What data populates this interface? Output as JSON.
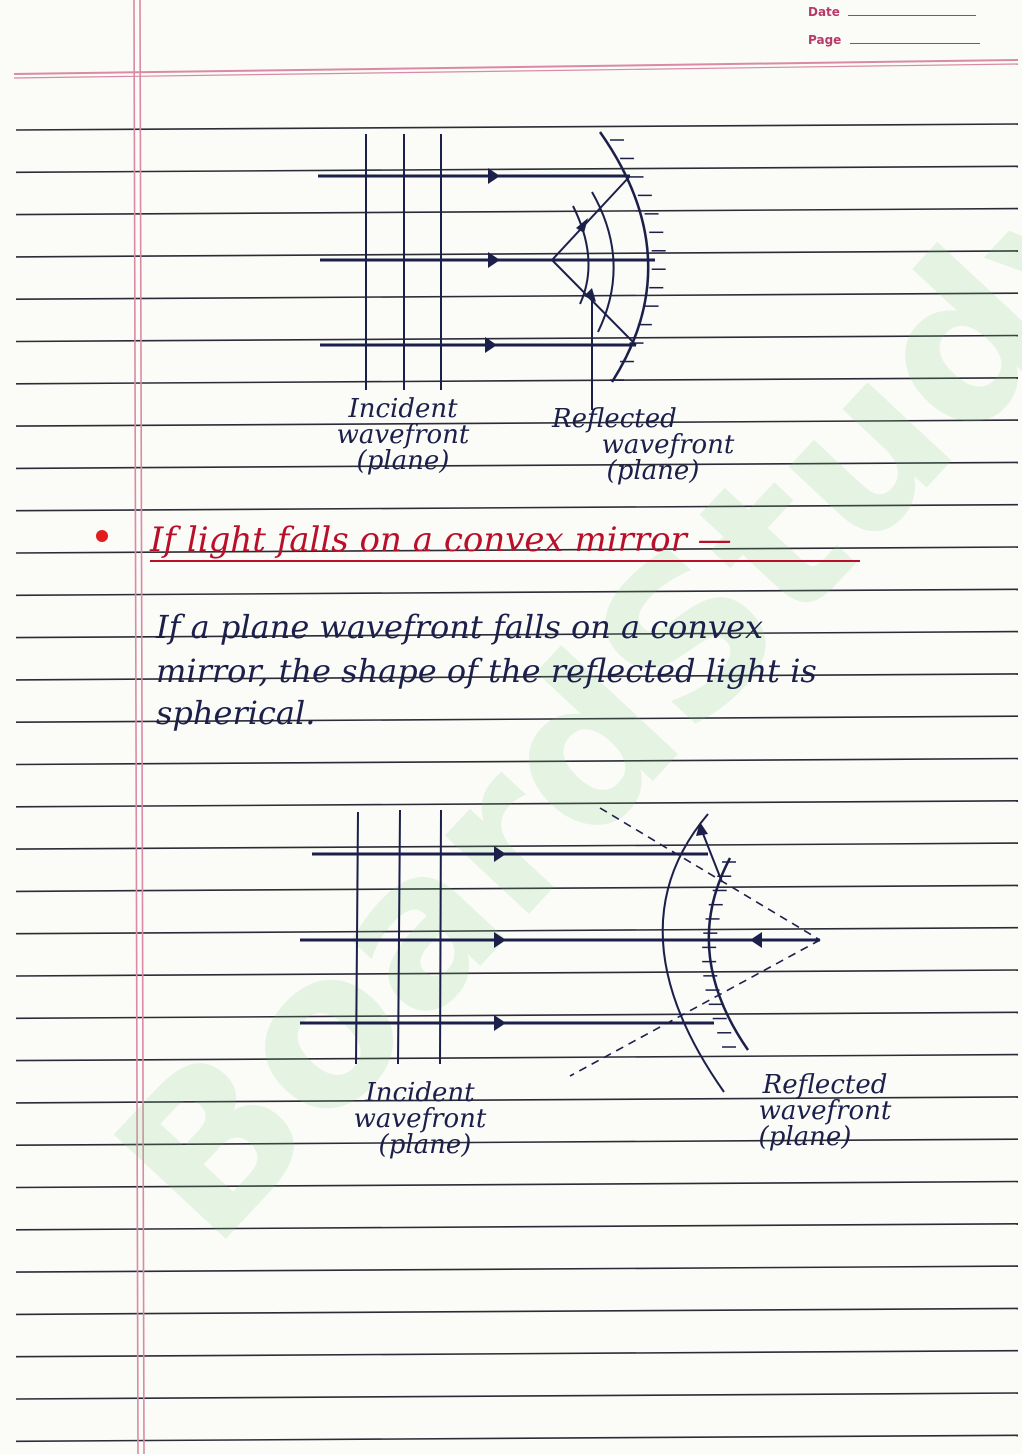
{
  "header": {
    "date_label": "Date",
    "page_label": "Page"
  },
  "diagram_top": {
    "incident_label": [
      "Incident",
      "wavefront",
      "(plane)"
    ],
    "reflected_label": [
      "Reflected",
      "wavefront",
      "(plane)"
    ]
  },
  "section": {
    "heading": "If light falls on a convex mirror —",
    "body": [
      "If a plane wavefront falls on a convex",
      "mirror, the shape of the reflected light is",
      "spherical."
    ]
  },
  "diagram_bottom": {
    "incident_label": [
      "Incident",
      "wavefront",
      "(plane)"
    ],
    "reflected_label": [
      "Reflected",
      "wavefront",
      "(plane)"
    ]
  },
  "watermark": "BoardStudy",
  "colors": {
    "ink": "#1b1f4a",
    "heading": "#b8102a",
    "margin_line": "#d98aa6",
    "rule": "#2a2a35"
  }
}
